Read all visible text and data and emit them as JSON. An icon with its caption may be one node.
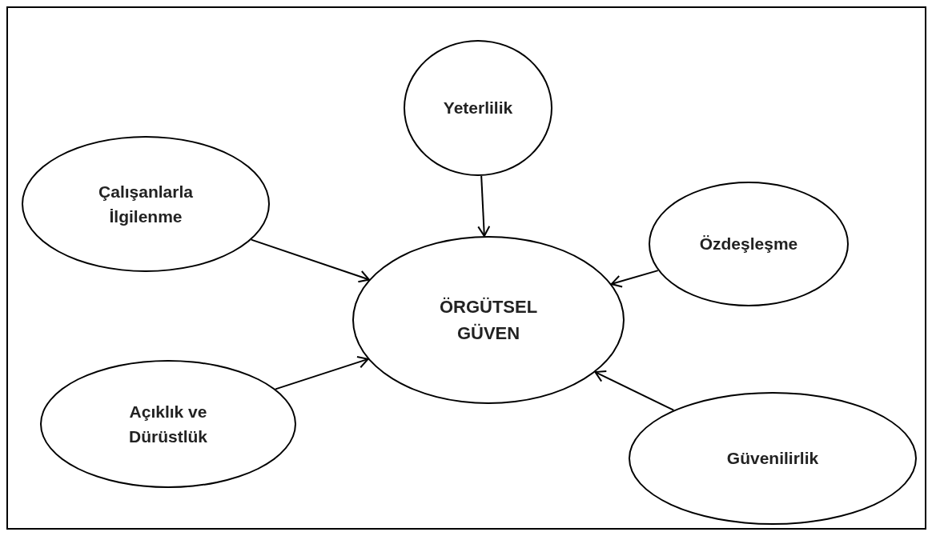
{
  "diagram": {
    "nodes": [
      {
        "text": [
          "Yeterlilik"
        ]
      },
      {
        "text": [
          "Çalışanlarla İlgilenme"
        ]
      },
      {
        "text": [
          "Özdeşleşme"
        ]
      },
      {
        "text": [
          "ÖRGÜTSEL GÜVEN"
        ]
      },
      {
        "text": [
          "Açıklık ve Dürüstlük"
        ]
      },
      {
        "text": [
          "Güvenilirlik"
        ]
      }
    ],
    "edges": [
      {
        "from": 0,
        "to": 3,
        "arrow": "to"
      },
      {
        "from": 1,
        "to": 3,
        "arrow": "to"
      },
      {
        "from": 2,
        "to": 3,
        "arrow": "to"
      },
      {
        "from": 4,
        "to": 3,
        "arrow": "to"
      },
      {
        "from": 5,
        "to": 3,
        "arrow": "to"
      }
    ]
  }
}
